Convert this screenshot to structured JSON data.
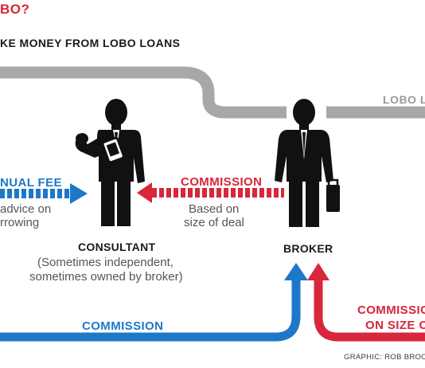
{
  "header": {
    "title_fragment": "BO?",
    "subtitle_fragment": "KE MONEY FROM LOBO LOANS"
  },
  "labels": {
    "lobo_loans": "LOBO LO",
    "annual_fee": "NUAL FEE",
    "advice_line1": "advice on",
    "advice_line2": "rrowing",
    "commission_top": "COMMISSION",
    "based_on": "Based on",
    "size_of_deal": "size of deal",
    "consultant": "CONSULTANT",
    "consultant_note_line1": "(Sometimes independent,",
    "consultant_note_line2": "sometimes owned by broker)",
    "broker": "BROKER",
    "commission_bottom": "COMMISSION",
    "commission_right_line1": "COMMISSION",
    "commission_right_line2": "ON SIZE OF",
    "credit": "GRAPHIC: ROB BROOC"
  },
  "colors": {
    "red": "#d8263a",
    "blue": "#1e78c8",
    "grey": "#a8a8a8",
    "figure": "#111111"
  },
  "icons": {
    "consultant": "man-holding-phone-icon",
    "broker": "man-with-briefcase-icon"
  }
}
